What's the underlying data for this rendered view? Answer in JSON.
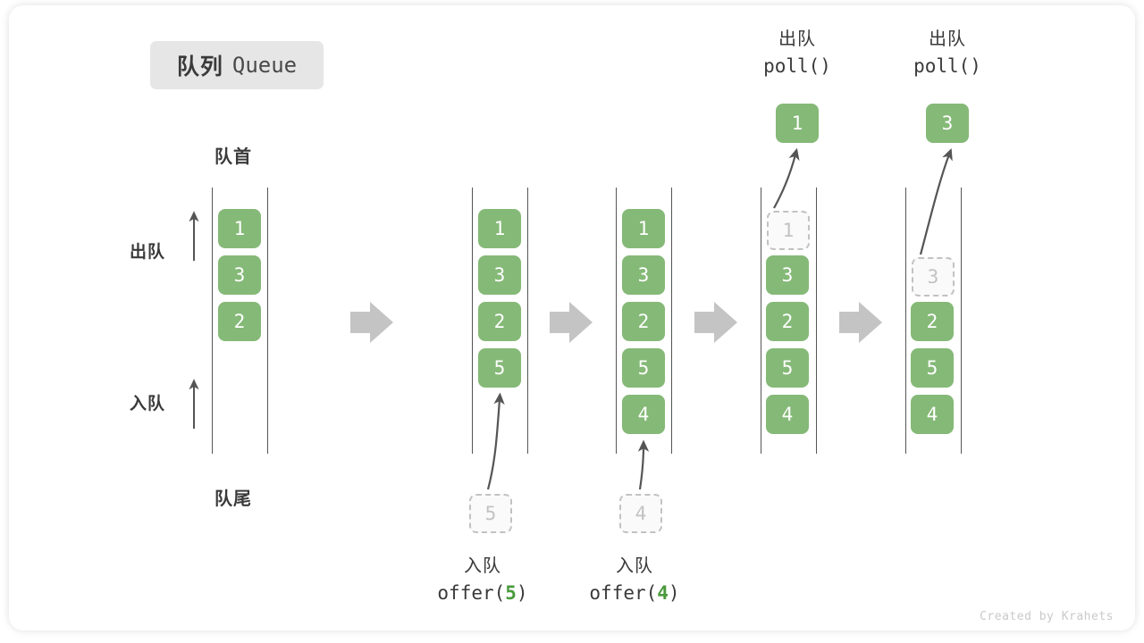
{
  "title_badge": {
    "cn": "队列",
    "en": "Queue"
  },
  "labels": {
    "head": "队首",
    "tail": "队尾",
    "dequeue": "出队",
    "enqueue": "入队"
  },
  "credit": "Created by Krahets",
  "colors": {
    "cell_green": "#85b977",
    "ghost_border": "#c2c2c2",
    "ghost_text": "#c2c2c2",
    "rail": "#555555",
    "flow_arrow": "#c4c4c4",
    "text_dark": "#3a3a3a",
    "badge_bg": "#e6e6e6",
    "accent_green_text": "#4a9a3d"
  },
  "columns": [
    {
      "name": "initial",
      "cells": [
        {
          "value": "1",
          "state": "filled"
        },
        {
          "value": "3",
          "state": "filled"
        },
        {
          "value": "2",
          "state": "filled"
        }
      ]
    },
    {
      "name": "after-offer-5",
      "cells": [
        {
          "value": "1",
          "state": "filled"
        },
        {
          "value": "3",
          "state": "filled"
        },
        {
          "value": "2",
          "state": "filled"
        },
        {
          "value": "5",
          "state": "filled"
        }
      ]
    },
    {
      "name": "after-offer-4",
      "cells": [
        {
          "value": "1",
          "state": "filled"
        },
        {
          "value": "3",
          "state": "filled"
        },
        {
          "value": "2",
          "state": "filled"
        },
        {
          "value": "5",
          "state": "filled"
        },
        {
          "value": "4",
          "state": "filled"
        }
      ]
    },
    {
      "name": "after-poll-1",
      "cells": [
        {
          "value": "1",
          "state": "ghost"
        },
        {
          "value": "3",
          "state": "filled"
        },
        {
          "value": "2",
          "state": "filled"
        },
        {
          "value": "5",
          "state": "filled"
        },
        {
          "value": "4",
          "state": "filled"
        }
      ]
    },
    {
      "name": "after-poll-3",
      "cells": [
        {
          "value": "",
          "state": "empty"
        },
        {
          "value": "3",
          "state": "ghost"
        },
        {
          "value": "2",
          "state": "filled"
        },
        {
          "value": "5",
          "state": "filled"
        },
        {
          "value": "4",
          "state": "filled"
        }
      ]
    }
  ],
  "operations": {
    "enqueue_5": {
      "cn": "入队",
      "fn_prefix": "offer(",
      "arg": "5",
      "fn_suffix": ")",
      "ghost_value": "5"
    },
    "enqueue_4": {
      "cn": "入队",
      "fn_prefix": "offer(",
      "arg": "4",
      "fn_suffix": ")",
      "ghost_value": "4"
    },
    "poll_1": {
      "cn": "出队",
      "fn": "poll()",
      "popped_value": "1"
    },
    "poll_2": {
      "cn": "出队",
      "fn": "poll()",
      "popped_value": "3"
    }
  }
}
